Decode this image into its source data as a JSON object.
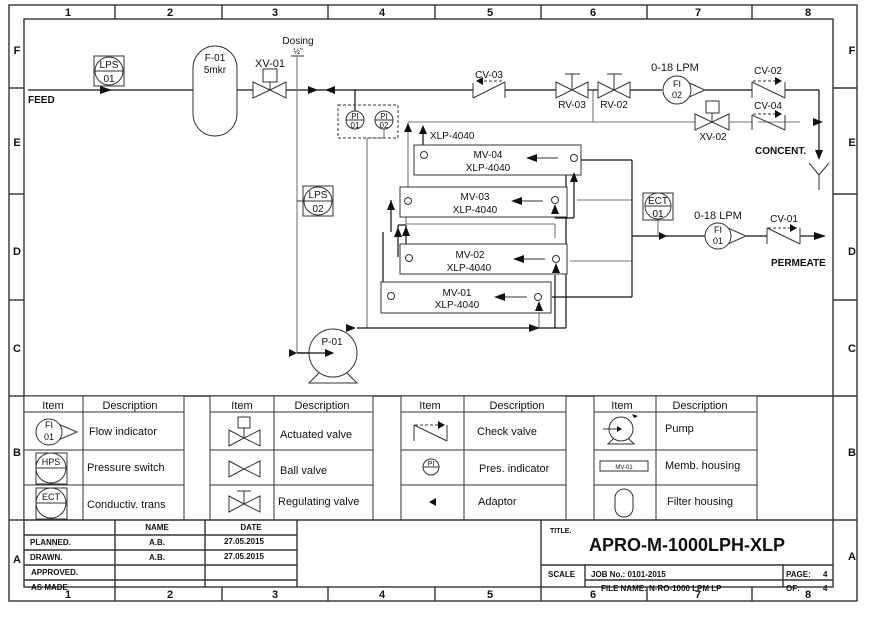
{
  "frame": {
    "columns": [
      "1",
      "2",
      "3",
      "4",
      "5",
      "6",
      "7",
      "8"
    ],
    "rows": [
      "F",
      "E",
      "D",
      "C",
      "B",
      "A"
    ]
  },
  "process": {
    "feed_label": "FEED",
    "lps01": {
      "tag": "LPS",
      "num": "01"
    },
    "lps02": {
      "tag": "LPS",
      "num": "02"
    },
    "filter": {
      "tag": "F-01",
      "spec": "5mkr"
    },
    "xv01": "XV-01",
    "dosing_label": "Dosing",
    "dosing_size": "½\"",
    "pi01": {
      "tag": "PI",
      "num": "01"
    },
    "pi02": {
      "tag": "PI",
      "num": "02"
    },
    "cv03": "CV-03",
    "rv03": "RV-03",
    "rv02": "RV-02",
    "fi02": {
      "tag": "FI",
      "num": "02",
      "range": "0-18 LPM"
    },
    "cv02": "CV-02",
    "cv04": "CV-04",
    "xv02": "XV-02",
    "concent_label": "CONCENT.",
    "xlp_label": "XLP-4040",
    "membranes": [
      {
        "tag": "MV-04",
        "model": "XLP-4040"
      },
      {
        "tag": "MV-03",
        "model": "XLP-4040"
      },
      {
        "tag": "MV-02",
        "model": "XLP-4040"
      },
      {
        "tag": "MV-01",
        "model": "XLP-4040"
      }
    ],
    "ect01": {
      "tag": "ECT",
      "num": "01"
    },
    "fi01": {
      "tag": "FI",
      "num": "01",
      "range": "0-18 LPM"
    },
    "cv01": "CV-01",
    "permeate_label": "PERMEATE",
    "pump": "P-01"
  },
  "legend": {
    "item_header": "Item",
    "desc_header": "Description",
    "groups": [
      [
        {
          "desc": "Flow indicator",
          "sym_tag": "FI",
          "sym_num": "01"
        },
        {
          "desc": "Pressure switch",
          "sym_tag": "HPS"
        },
        {
          "desc": "Conductiv. trans",
          "sym_tag": "ECT"
        }
      ],
      [
        {
          "desc": "Actuated  valve"
        },
        {
          "desc": "Ball valve"
        },
        {
          "desc": "Regulating valve"
        }
      ],
      [
        {
          "desc": "Check valve"
        },
        {
          "desc": "Pres. indicator",
          "sym_tag": "PI"
        },
        {
          "desc": "Adaptor"
        }
      ],
      [
        {
          "desc": "Pump"
        },
        {
          "desc": "Memb. housing",
          "sym_tag": "MV-01"
        },
        {
          "desc": "Filter housing"
        }
      ]
    ]
  },
  "titleblock": {
    "name_header": "NAME",
    "date_header": "DATE",
    "rows": [
      {
        "label": "PLANNED.",
        "name": "A.B.",
        "date": "27.05.2015"
      },
      {
        "label": "DRAWN.",
        "name": "A.B.",
        "date": "27.05.2015"
      },
      {
        "label": "APPROVED.",
        "name": "",
        "date": ""
      },
      {
        "label": "AS MADE",
        "name": "",
        "date": ""
      }
    ],
    "title_label": "TITLE.",
    "title": "APRO-M-1000LPH-XLP",
    "scale_label": "SCALE",
    "job_no": "JOB No.: 0101-2015",
    "file_name": "FILE NAME:  N-RO-1000 LPM LP",
    "page_label": "PAGE:",
    "page": "4",
    "of_label": "OF:",
    "of": "4"
  }
}
